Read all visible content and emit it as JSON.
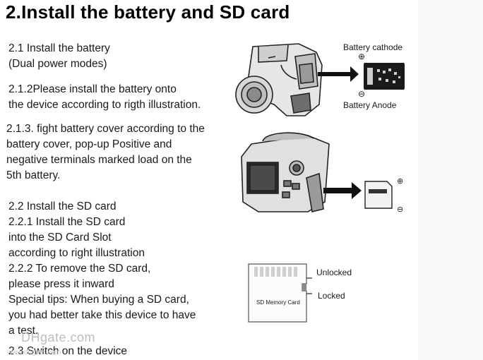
{
  "title": "2.Install the battery and SD card",
  "sections": [
    {
      "lines": [
        "2.1 Install the battery",
        "(Dual power modes)"
      ]
    },
    {
      "lines": [
        "2.1.2Please install the battery onto",
        "the device according to rigth illustration."
      ]
    },
    {
      "lines": [
        "2.1.3. fight battery cover according to the",
        "battery cover, pop-up Positive and",
        "negative terminals marked load on the",
        "5th battery."
      ]
    },
    {
      "lines": [
        "2.2 Install the SD card",
        "2.2.1 Install the SD card",
        "into the SD Card Slot",
        "according to right illustration",
        "2.2.2 To remove the SD card,",
        "please press it inward",
        "Special tips: When buying a SD card,",
        "you had better take this device to have",
        "a test."
      ]
    },
    {
      "lines": [
        "2.3 Switch on the device"
      ]
    }
  ],
  "labels": {
    "battery_cathode": "Battery cathode",
    "battery_anode": "Battery Anode",
    "plus_symbol": "⊕",
    "minus_symbol": "⊖",
    "unlocked": "Unlocked",
    "locked": "Locked",
    "sd_card_text": "SD Memory Card"
  },
  "watermark": {
    "brand": "DHgate.com",
    "sub": "www.dhgate.com"
  }
}
